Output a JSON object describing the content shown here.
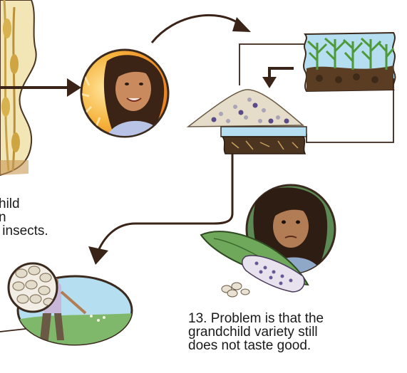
{
  "captions": {
    "step12": {
      "lines": [
        "hild",
        "n",
        " insects."
      ]
    },
    "step13": {
      "lines": [
        "13. Problem is that the",
        "grandchild variety still",
        "does not taste good."
      ]
    }
  },
  "icons": [
    "wheat-stalk-icon",
    "sun-face-icon",
    "crop-field-icon",
    "seed-pile-icon",
    "soil-layer-icon",
    "worried-girl-icon",
    "corn-cob-icon",
    "grain-closeup-icon",
    "farmer-field-icon"
  ],
  "colors": {
    "arrow": "#3a2418",
    "sky": "#b5dff0",
    "soil": "#5b3d24",
    "leaf": "#4e9a3a",
    "sun": "#f39a2a",
    "skin": "#c98a5e"
  }
}
